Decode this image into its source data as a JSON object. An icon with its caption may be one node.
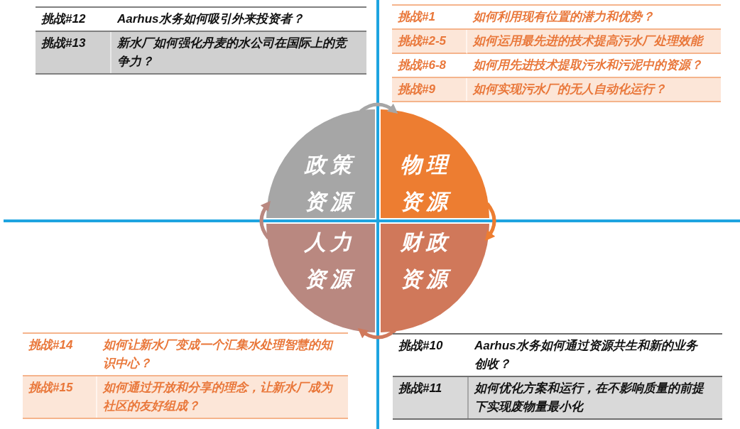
{
  "diagram": {
    "nodes": [
      {
        "text": [
          "政策资源"
        ]
      },
      {
        "text": [
          "物理资源"
        ]
      },
      {
        "text": [
          "人力资源"
        ]
      },
      {
        "text": [
          "财政资源"
        ]
      }
    ],
    "edges": [
      {
        "from": 0,
        "to": 1,
        "arrow": "to",
        "color": "#a6a6a6"
      },
      {
        "from": 1,
        "to": 3,
        "arrow": "to",
        "color": "#ed7d31"
      },
      {
        "from": 3,
        "to": 2,
        "arrow": "to",
        "color": "#d0785a"
      },
      {
        "from": 2,
        "to": 0,
        "arrow": "to",
        "color": "#b98880"
      }
    ],
    "labels": [
      "挑战#12",
      "Aarhus水务如何吸引外来投资者？",
      "挑战#13",
      "新水厂如何强化丹麦的水公司在国际上的竞争力？",
      "挑战#1",
      "如何利用现有位置的潜力和优势？",
      "挑战#2-5",
      "如何运用最先进的技术提高污水厂处理效能",
      "挑战#6-8",
      "如何用先进技术提取污水和污泥中的资源？",
      "挑战#9",
      "如何实现污水厂的无人自动化运行？",
      "挑战#14",
      "如何让新水厂变成一个汇集水处理智慧的知识中心？",
      "挑战#15",
      "如何通过开放和分享的理念，让新水厂成为社区的友好组成？",
      "挑战#10",
      "Aarhus水务如何通过资源共生和新的业务创收？",
      "挑战#11",
      "如何优化方案和运行，在不影响质量的前提下实现废物量最小化"
    ]
  }
}
